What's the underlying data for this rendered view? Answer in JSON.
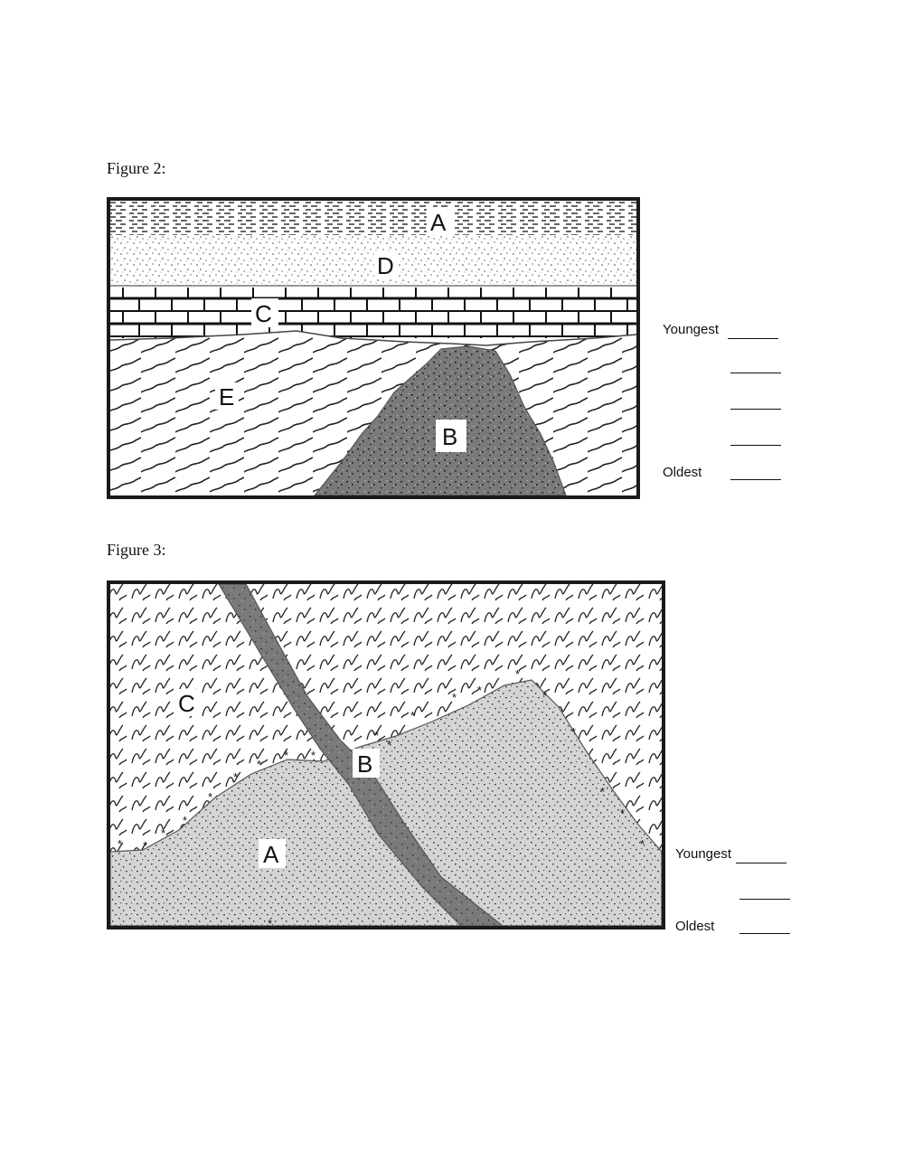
{
  "figure2": {
    "caption": "Figure 2:",
    "labels": {
      "A": "A",
      "D": "D",
      "C": "C",
      "E": "E",
      "B": "B"
    },
    "answer_sheet": {
      "youngest": "Youngest",
      "oldest": "Oldest",
      "blank_count": 5
    }
  },
  "figure3": {
    "caption": "Figure 3:",
    "labels": {
      "C": "C",
      "B": "B",
      "A": "A"
    },
    "answer_sheet": {
      "youngest": "Youngest",
      "oldest": "Oldest",
      "blank_count": 3
    }
  },
  "colors": {
    "border": "#1a1a1a",
    "intrusion": "#7a7a7a",
    "granite": "#d4d4d4",
    "watermark": "#78b4eb"
  }
}
